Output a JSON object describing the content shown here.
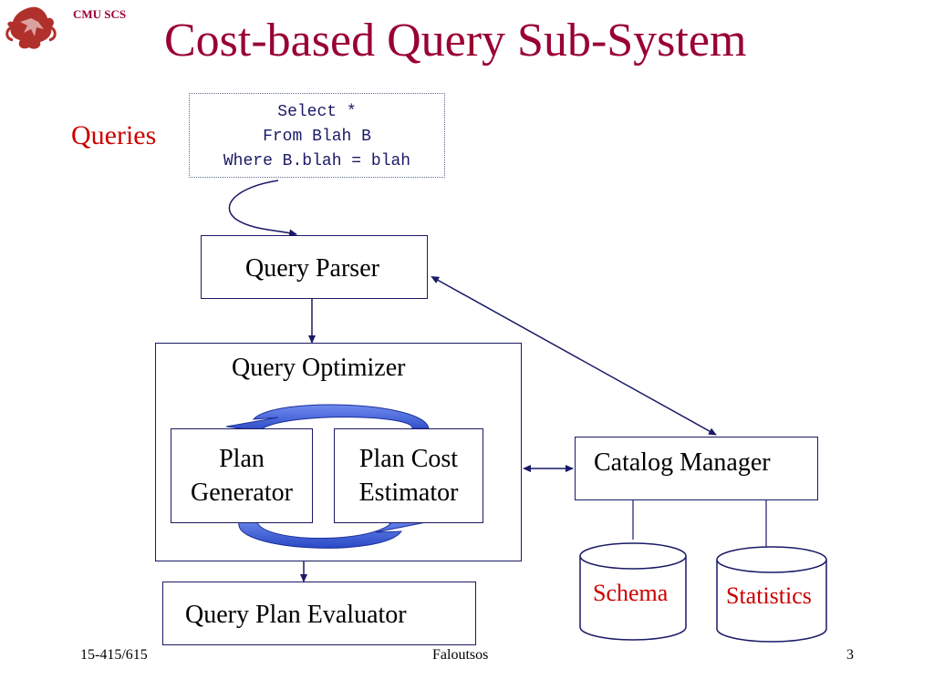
{
  "colors": {
    "title": "#990033",
    "accent_red": "#cc0000",
    "navy": "#1a1a66",
    "arrow_blue": "#3355cc"
  },
  "header": {
    "logo_text": "CMU SCS",
    "title": "Cost-based Query Sub-System"
  },
  "queries_label": "Queries",
  "sql": {
    "line1": "Select *",
    "line2": "From Blah B",
    "line3": "Where B.blah = blah"
  },
  "boxes": {
    "parser": "Query Parser",
    "optimizer": "Query Optimizer",
    "plan_generator": {
      "line1": "Plan",
      "line2": "Generator"
    },
    "plan_cost_estimator": {
      "line1": "Plan Cost",
      "line2": "Estimator"
    },
    "catalog_manager": "Catalog Manager",
    "evaluator": "Query Plan Evaluator"
  },
  "stores": {
    "schema": "Schema",
    "statistics": "Statistics"
  },
  "footer": {
    "course": "15-415/615",
    "author": "Faloutsos",
    "page": "3"
  }
}
